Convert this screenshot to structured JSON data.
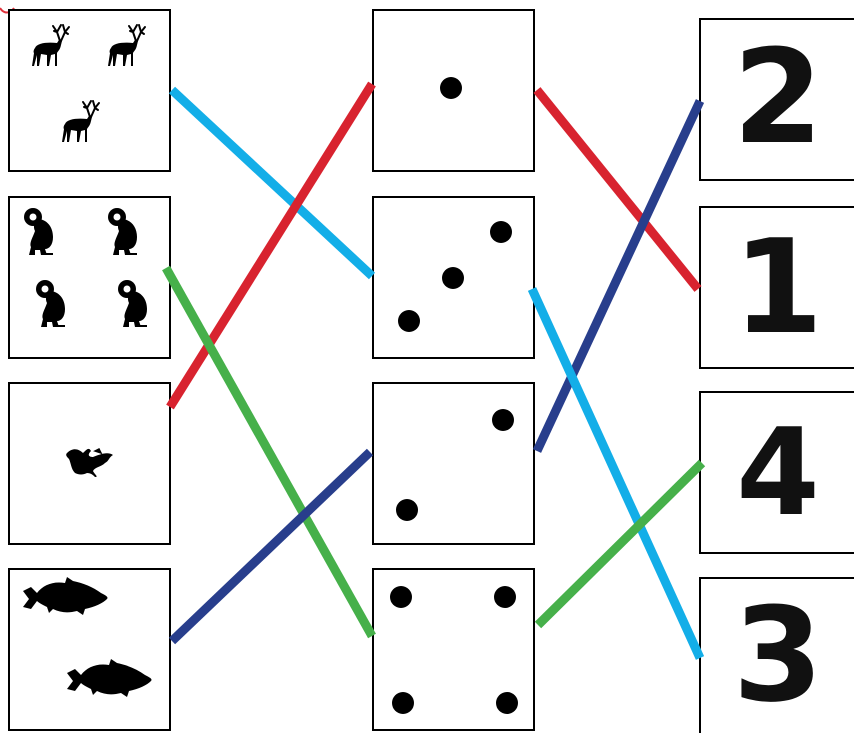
{
  "colors": {
    "red": "#d8232f",
    "cyan": "#13aee8",
    "green": "#46b04a",
    "navy": "#283e8c"
  },
  "pictures": [
    {
      "icon": "deer-icon",
      "count": 3
    },
    {
      "icon": "ram-icon",
      "count": 4
    },
    {
      "icon": "bird-icon",
      "count": 1
    },
    {
      "icon": "fish-icon",
      "count": 2
    }
  ],
  "dice": [
    {
      "dots": 1
    },
    {
      "dots": 3
    },
    {
      "dots": 2
    },
    {
      "dots": 4
    }
  ],
  "numbers": [
    "2",
    "1",
    "4",
    "3"
  ],
  "connections": [
    {
      "color": "cyan",
      "from": "picture-1",
      "to": "dice-2"
    },
    {
      "color": "red",
      "from": "picture-3",
      "to": "dice-1"
    },
    {
      "color": "green",
      "from": "picture-2",
      "to": "dice-4"
    },
    {
      "color": "navy",
      "from": "picture-4",
      "to": "dice-3"
    },
    {
      "color": "red",
      "from": "dice-1",
      "to": "number-2"
    },
    {
      "color": "navy",
      "from": "dice-3",
      "to": "number-1"
    },
    {
      "color": "cyan",
      "from": "dice-2",
      "to": "number-4"
    },
    {
      "color": "green",
      "from": "dice-4",
      "to": "number-3"
    }
  ]
}
